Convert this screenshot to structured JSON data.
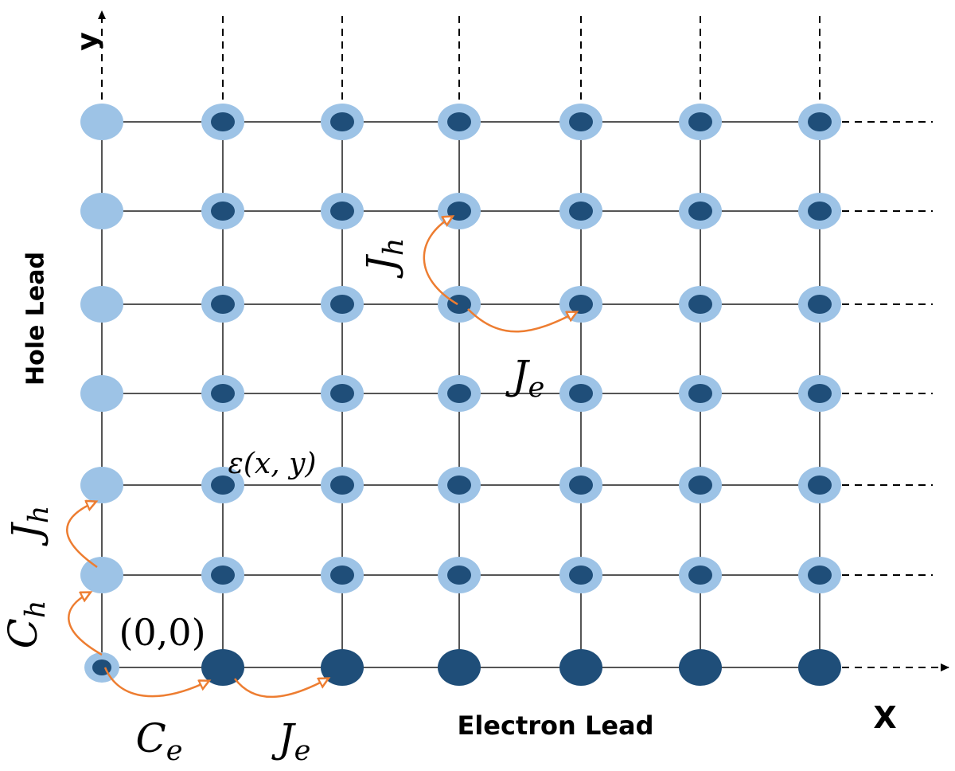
{
  "labels": {
    "y_axis": "y",
    "x_axis": "X",
    "hole_lead": "Hole Lead",
    "electron_lead": "Electron Lead",
    "origin": "(0,0)",
    "epsilon": "ε(x, y)",
    "J": "J",
    "C": "C",
    "sub_h": "h",
    "sub_e": "e"
  },
  "lattice": {
    "columns": 7,
    "rows": 7
  },
  "colors": {
    "light_blue": "#9dc3e6",
    "dark_blue": "#1f4e79",
    "grid_line": "#555555",
    "arrow_orange": "#ed7d31",
    "dashed": "#000000"
  }
}
